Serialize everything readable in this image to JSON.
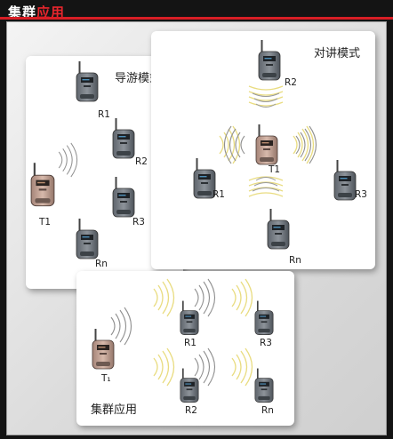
{
  "header": {
    "title_white": "集群",
    "title_red": "应用"
  },
  "guide_mode": {
    "title": "导游模式",
    "labels": {
      "r1": "R1",
      "r2": "R2",
      "r3": "R3",
      "rn": "Rn",
      "t1": "T1"
    }
  },
  "talk_mode": {
    "title": "对讲模式",
    "labels": {
      "r2": "R2",
      "r1": "R1",
      "r3": "R3",
      "t1": "T1",
      "rn": "Rn"
    }
  },
  "cluster_mode": {
    "title": "集群应用",
    "labels": {
      "t1": "T₁",
      "r1": "R1",
      "r3": "R3",
      "r2": "R2",
      "rn": "Rn"
    }
  },
  "colors": {
    "accent": "#d81e25",
    "wave_gray": "#9a9a9a",
    "wave_yellow": "#efe59a"
  }
}
